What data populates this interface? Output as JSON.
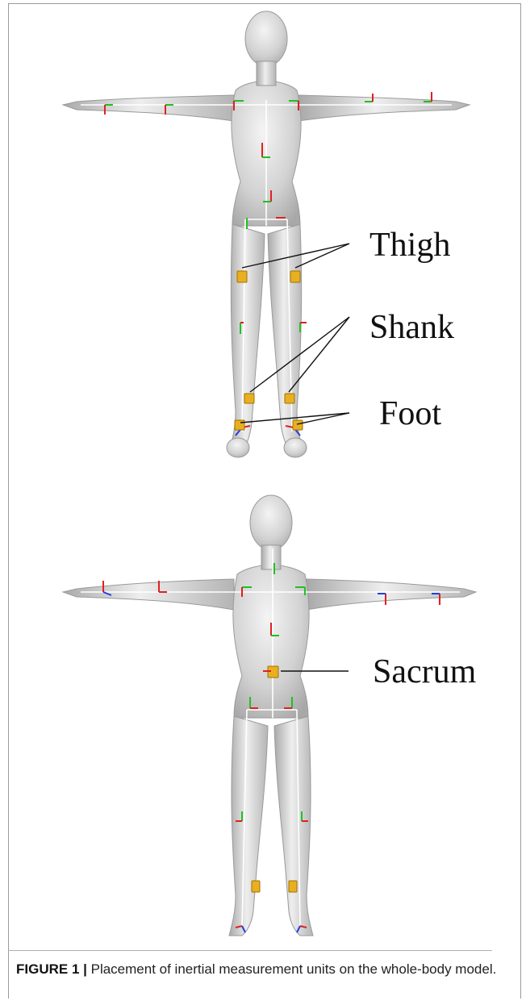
{
  "figure": {
    "labels": {
      "thigh": "Thigh",
      "shank": "Shank",
      "foot": "Foot",
      "sacrum": "Sacrum"
    },
    "caption": {
      "number": "FIGURE 1 |",
      "text": " Placement of inertial measurement units on the whole-body model."
    }
  },
  "colors": {
    "sensor": "#e8b020",
    "axis_x": "#e02020",
    "axis_y": "#20c020",
    "axis_z": "#2040e0",
    "body": "#d6d6d6"
  }
}
